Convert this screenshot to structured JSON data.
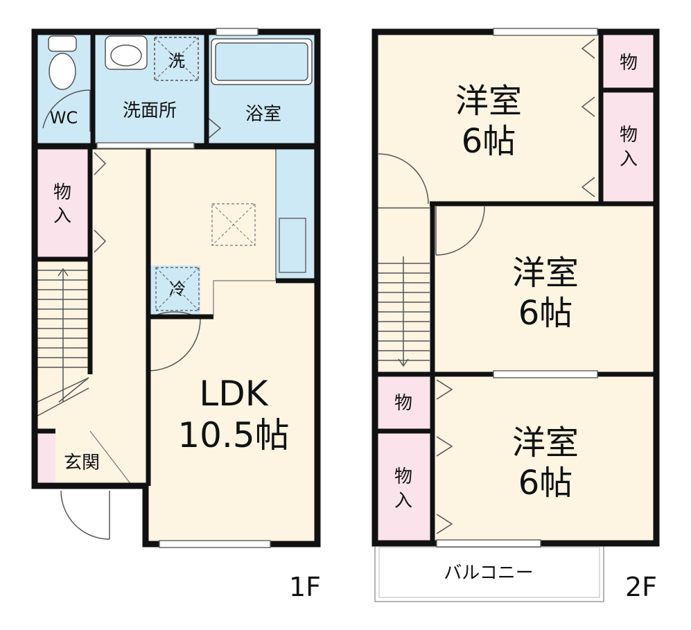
{
  "floors": {
    "first": {
      "label": "1F",
      "rooms": {
        "wc": "WC",
        "washroom": "洗面所",
        "washer": "洗",
        "bath": "浴室",
        "closet": [
          "物",
          "入"
        ],
        "fridge": "冷",
        "entrance": "玄関",
        "ldk_name": "LDK",
        "ldk_size": "10.5帖"
      }
    },
    "second": {
      "label": "2F",
      "rooms": {
        "room_a_name": "洋室",
        "room_a_size": "6帖",
        "room_b_name": "洋室",
        "room_b_size": "6帖",
        "room_c_name": "洋室",
        "room_c_size": "6帖",
        "storage_top": "物",
        "closet_right": [
          "物",
          "入"
        ],
        "storage_mid": "物",
        "closet_left": [
          "物",
          "入"
        ],
        "balcony": "バルコニー"
      }
    }
  },
  "colors": {
    "wet_area": "#cde9f6",
    "closet": "#fbe3ec",
    "room": "#fdf4e2",
    "wall": "#111111"
  }
}
